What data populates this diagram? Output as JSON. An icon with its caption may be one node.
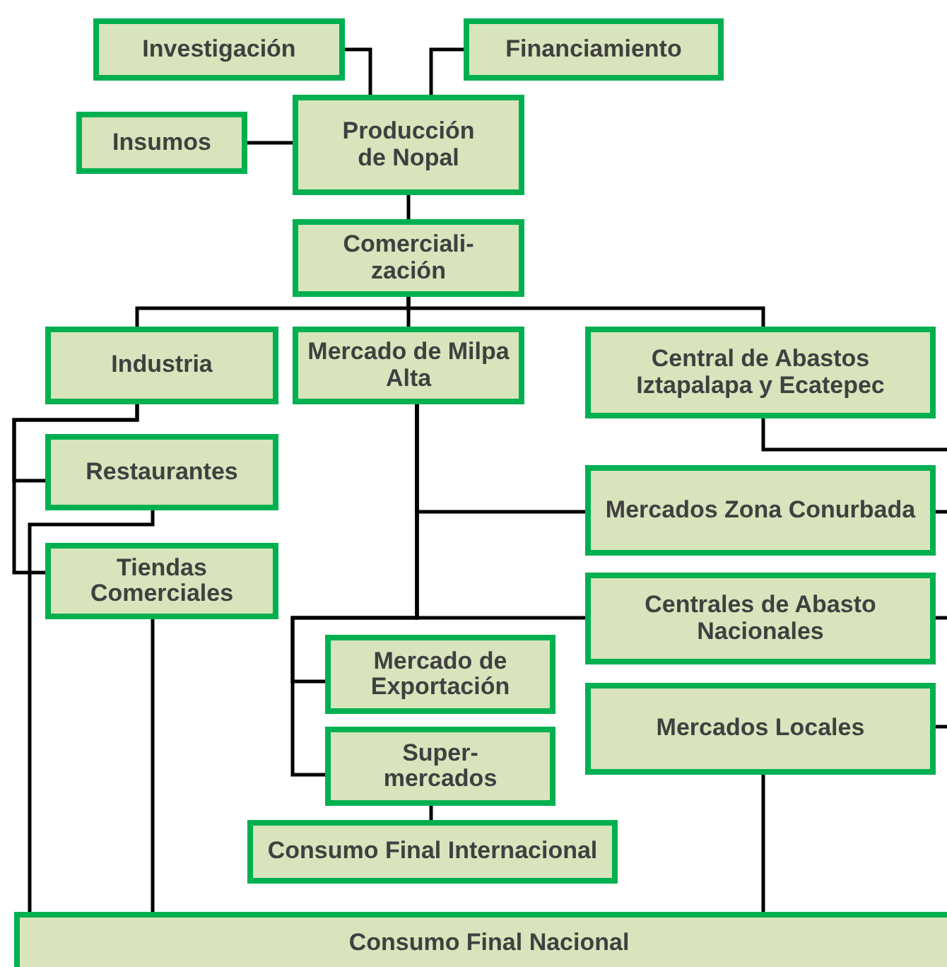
{
  "diagram": {
    "nodes": [
      {
        "text": [
          "Investigación"
        ]
      },
      {
        "text": [
          "Financiamiento"
        ]
      },
      {
        "text": [
          "Insumos"
        ]
      },
      {
        "text": [
          "Producción de Nopal"
        ]
      },
      {
        "text": [
          "Comerciali- zación"
        ]
      },
      {
        "text": [
          "Industria"
        ]
      },
      {
        "text": [
          "Mercado de Milpa Alta"
        ]
      },
      {
        "text": [
          "Central de Abastos Iztapalapa y Ecatepec"
        ]
      },
      {
        "text": [
          "Restaurantes"
        ]
      },
      {
        "text": [
          "Mercados Zona Conurbada"
        ]
      },
      {
        "text": [
          "Tiendas Comerciales"
        ]
      },
      {
        "text": [
          "Centrales de Abasto Nacionales"
        ]
      },
      {
        "text": [
          "Mercado de Exportación"
        ]
      },
      {
        "text": [
          "Mercados Locales"
        ]
      },
      {
        "text": [
          "Super- mercados"
        ]
      },
      {
        "text": [
          "Consumo Final Internacional"
        ]
      },
      {
        "text": [
          "Consumo Final Nacional"
        ]
      }
    ],
    "edges": [
      {
        "from": 0,
        "to": 3,
        "arrow": "none"
      },
      {
        "from": 1,
        "to": 3,
        "arrow": "none"
      },
      {
        "from": 2,
        "to": 3,
        "arrow": "none"
      },
      {
        "from": 3,
        "to": 4,
        "arrow": "none"
      },
      {
        "from": 4,
        "to": 5,
        "arrow": "none"
      },
      {
        "from": 4,
        "to": 6,
        "arrow": "none"
      },
      {
        "from": 4,
        "to": 7,
        "arrow": "none"
      },
      {
        "from": 5,
        "to": 8,
        "arrow": "none"
      },
      {
        "from": 5,
        "to": 10,
        "arrow": "none"
      },
      {
        "from": 8,
        "to": 16,
        "arrow": "none"
      },
      {
        "from": 10,
        "to": 16,
        "arrow": "none"
      },
      {
        "from": 6,
        "to": 9,
        "arrow": "none"
      },
      {
        "from": 6,
        "to": 11,
        "arrow": "none"
      },
      {
        "from": 6,
        "to": 12,
        "arrow": "none"
      },
      {
        "from": 6,
        "to": 14,
        "arrow": "none"
      },
      {
        "from": 14,
        "to": 15,
        "arrow": "none"
      },
      {
        "from": 13,
        "to": 16,
        "arrow": "none"
      },
      {
        "from": 7,
        "to": null,
        "arrow": "none"
      },
      {
        "from": 9,
        "to": null,
        "arrow": "none"
      },
      {
        "from": 11,
        "to": null,
        "arrow": "none"
      },
      {
        "from": 13,
        "to": null,
        "arrow": "none"
      }
    ]
  }
}
